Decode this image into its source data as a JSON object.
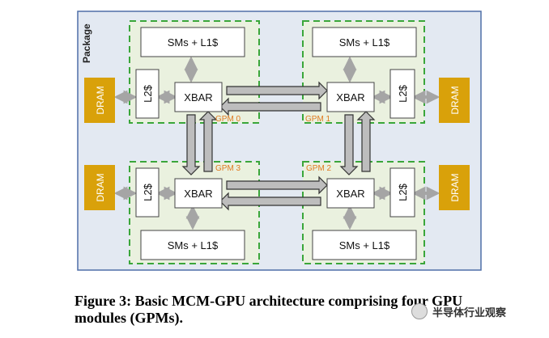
{
  "package_label": "Package",
  "dram_label": "DRAM",
  "l2_label": "L2$",
  "xbar_label": "XBAR",
  "sm_label": "SMs + L1$",
  "gpm_labels": [
    "GPM 0",
    "GPM 1",
    "GPM 2",
    "GPM 3"
  ],
  "caption": "Figure 3: Basic MCM-GPU architecture comprising four GPU modules (GPMs).",
  "watermark": "半导体行业观察",
  "colors": {
    "package_bg": "#e3e9f2",
    "package_border": "#4f6fa8",
    "gpm_bg": "#eaf1df",
    "gpm_border": "#3aa63a",
    "dram": "#d9a10a",
    "gpm_text": "#e07b21",
    "arrow": "#a5a5a5"
  }
}
